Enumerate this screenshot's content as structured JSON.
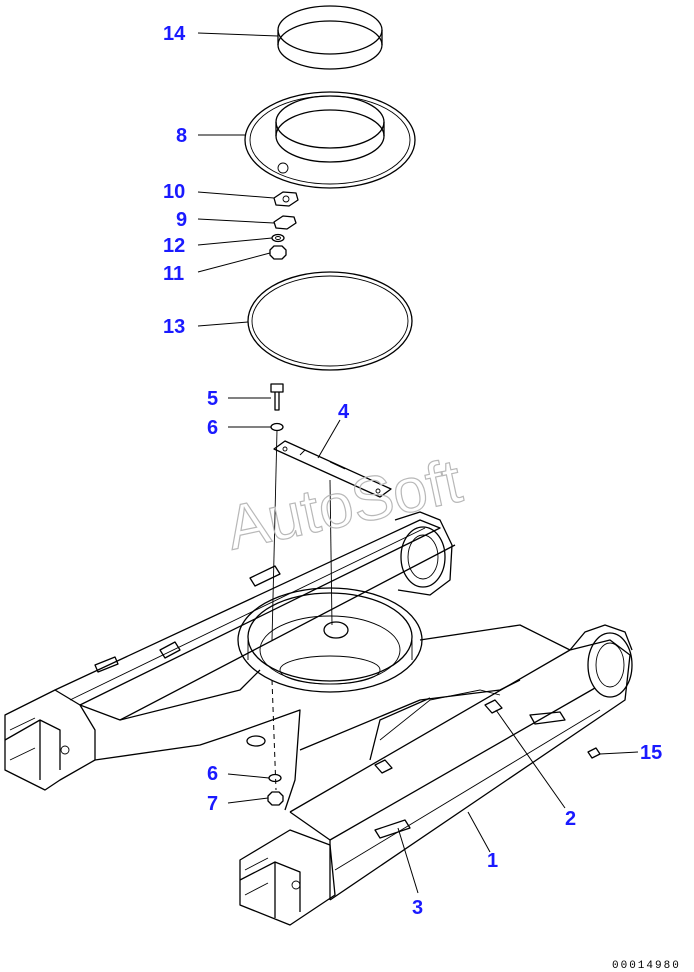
{
  "watermark": "AutoSoft",
  "document_number": "00014980",
  "callouts": {
    "c14": "14",
    "c8": "8",
    "c10": "10",
    "c9": "9",
    "c12": "12",
    "c11": "11",
    "c13": "13",
    "c5": "5",
    "c6a": "6",
    "c4": "4",
    "c15": "15",
    "c2": "2",
    "c6b": "6",
    "c7": "7",
    "c1": "1",
    "c3": "3"
  },
  "colors": {
    "callout": "#1a1aff",
    "line": "#000000",
    "watermark": "#b8b8b8"
  }
}
